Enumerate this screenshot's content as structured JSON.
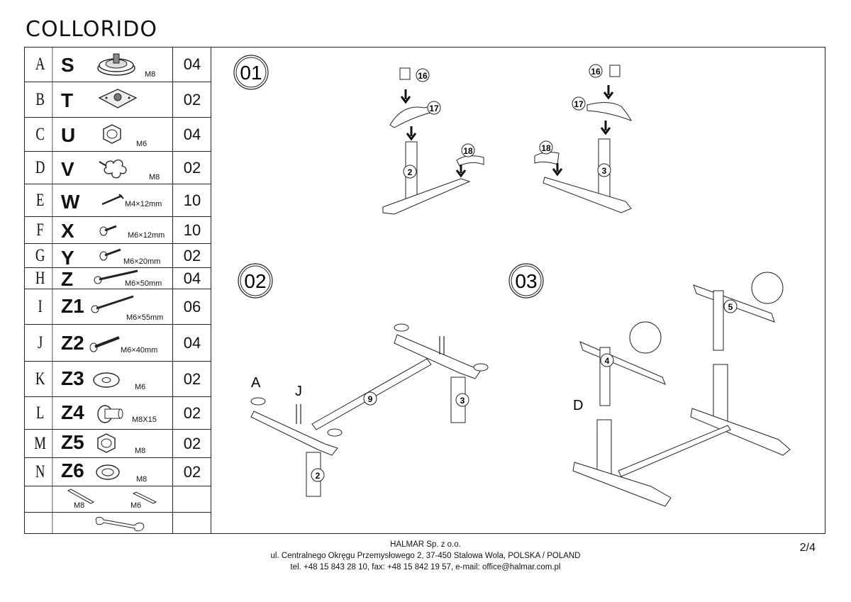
{
  "document": {
    "title": "COLLORIDO",
    "page": "2/4"
  },
  "parts": [
    {
      "letter": "A",
      "code": "S",
      "spec": "M8",
      "qty": "04",
      "icon": "leveling-foot-icon"
    },
    {
      "letter": "B",
      "code": "T",
      "spec": "",
      "qty": "02",
      "icon": "mounting-plate-icon"
    },
    {
      "letter": "C",
      "code": "U",
      "spec": "M6",
      "qty": "04",
      "icon": "hex-nut-icon"
    },
    {
      "letter": "D",
      "code": "V",
      "spec": "M8",
      "qty": "02",
      "icon": "star-knob-icon"
    },
    {
      "letter": "E",
      "code": "W",
      "spec": "M4×12mm",
      "qty": "10",
      "icon": "wood-screw-icon"
    },
    {
      "letter": "F",
      "code": "X",
      "spec": "M6×12mm",
      "qty": "10",
      "icon": "bolt-icon"
    },
    {
      "letter": "G",
      "code": "Y",
      "spec": "M6×20mm",
      "qty": "02",
      "icon": "bolt-icon"
    },
    {
      "letter": "H",
      "code": "Z",
      "spec": "M6×50mm",
      "qty": "04",
      "icon": "long-bolt-icon"
    },
    {
      "letter": "I",
      "code": "Z1",
      "spec": "M6×55mm",
      "qty": "06",
      "icon": "long-bolt-icon"
    },
    {
      "letter": "J",
      "code": "Z2",
      "spec": "M6×40mm",
      "qty": "04",
      "icon": "bolt-icon"
    },
    {
      "letter": "K",
      "code": "Z3",
      "spec": "M6",
      "qty": "02",
      "icon": "washer-icon"
    },
    {
      "letter": "L",
      "code": "Z4",
      "spec": "M8X15",
      "qty": "02",
      "icon": "barrel-nut-icon"
    },
    {
      "letter": "M",
      "code": "Z5",
      "spec": "M8",
      "qty": "02",
      "icon": "hex-nut-icon"
    },
    {
      "letter": "N",
      "code": "Z6",
      "spec": "M8",
      "qty": "02",
      "icon": "washer-icon"
    }
  ],
  "tools": {
    "allen_keys": [
      "M8",
      "M6"
    ],
    "wrench_icon": "wrench-icon"
  },
  "steps": [
    {
      "number": "01",
      "callouts": [
        "16",
        "17",
        "18",
        "2",
        "16",
        "17",
        "18",
        "3"
      ]
    },
    {
      "number": "02",
      "callouts": [
        "A",
        "J",
        "9",
        "3",
        "2"
      ]
    },
    {
      "number": "03",
      "callouts": [
        "5",
        "4",
        "D"
      ]
    }
  ],
  "footer": {
    "company": "HALMAR Sp. z o.o.",
    "address": "ul. Centralnego Okręgu Przemysłowego 2, 37-450 Stalowa Wola, POLSKA / POLAND",
    "contact": "tel. +48 15 843 28 10, fax: +48 15 842 19 57, e-mail: office@halmar.com.pl"
  }
}
